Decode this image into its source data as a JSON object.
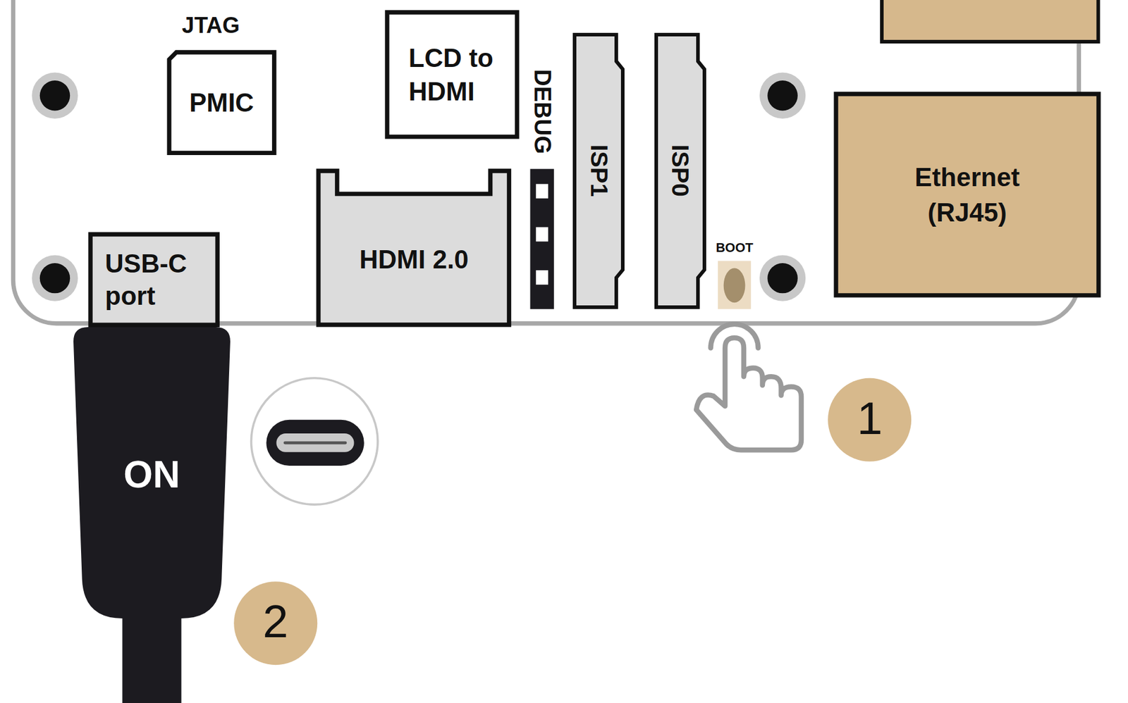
{
  "diagram": {
    "nodes": [
      {
        "text": [
          "PMIC"
        ]
      },
      {
        "text": [
          "LCD to HDMI"
        ]
      },
      {
        "text": [
          "HDMI 2.0"
        ]
      },
      {
        "text": [
          "ISP1"
        ]
      },
      {
        "text": [
          "ISP0"
        ]
      },
      {
        "text": [
          "Ethernet (RJ45)"
        ]
      },
      {
        "text": [
          "USB-C port"
        ]
      },
      {
        "text": [
          "ON"
        ]
      }
    ],
    "labels": [
      "JTAG",
      "DEBUG",
      "BOOT",
      "1",
      "2"
    ]
  }
}
